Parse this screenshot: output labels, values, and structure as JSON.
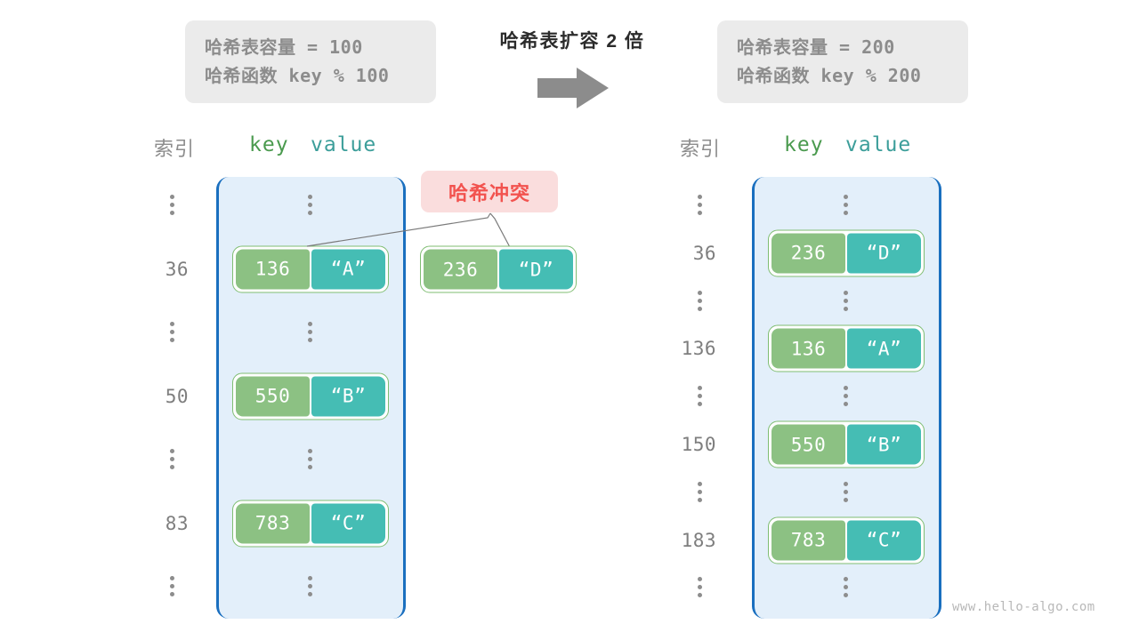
{
  "title": "哈希表扩容 2 倍",
  "arrow_icon": "right-arrow-icon",
  "watermark": "www.hello-algo.com",
  "colors": {
    "container_border": "#1a6fbf",
    "container_fill": "#e3effa",
    "key_cell": "#8cc183",
    "value_cell": "#45bdb4",
    "pair_border": "#7fbd72",
    "badge_bg": "#fadddd",
    "badge_text": "#f2534f",
    "info_bg": "#ebebeb",
    "info_text": "#8c8c8c",
    "key_head": "#4a9a4e",
    "value_head": "#3c9e9a",
    "index_text": "#7e7e7e"
  },
  "info_left": {
    "line1": "哈希表容量 = 100",
    "line2": "哈希函数 key % 100"
  },
  "info_right": {
    "line1": "哈希表容量 = 200",
    "line2": "哈希函数 key % 200"
  },
  "headers": {
    "index": "索引",
    "key": "key",
    "value": "value"
  },
  "collision_badge": "哈希冲突",
  "left_table": {
    "rows": [
      {
        "index": "⋮",
        "type": "dots"
      },
      {
        "index": "36",
        "type": "pair",
        "key": "136",
        "value": "“A”"
      },
      {
        "index": "⋮",
        "type": "dots"
      },
      {
        "index": "50",
        "type": "pair",
        "key": "550",
        "value": "“B”"
      },
      {
        "index": "⋮",
        "type": "dots"
      },
      {
        "index": "83",
        "type": "pair",
        "key": "783",
        "value": "“C”"
      },
      {
        "index": "⋮",
        "type": "dots"
      }
    ]
  },
  "overflow_pair": {
    "key": "236",
    "value": "“D”"
  },
  "right_table": {
    "rows": [
      {
        "index": "⋮",
        "type": "dots"
      },
      {
        "index": "36",
        "type": "pair",
        "key": "236",
        "value": "“D”"
      },
      {
        "index": "⋮",
        "type": "dots"
      },
      {
        "index": "136",
        "type": "pair",
        "key": "136",
        "value": "“A”"
      },
      {
        "index": "⋮",
        "type": "dots"
      },
      {
        "index": "150",
        "type": "pair",
        "key": "550",
        "value": "“B”"
      },
      {
        "index": "⋮",
        "type": "dots"
      },
      {
        "index": "183",
        "type": "pair",
        "key": "783",
        "value": "“C”"
      },
      {
        "index": "⋮",
        "type": "dots"
      }
    ]
  }
}
